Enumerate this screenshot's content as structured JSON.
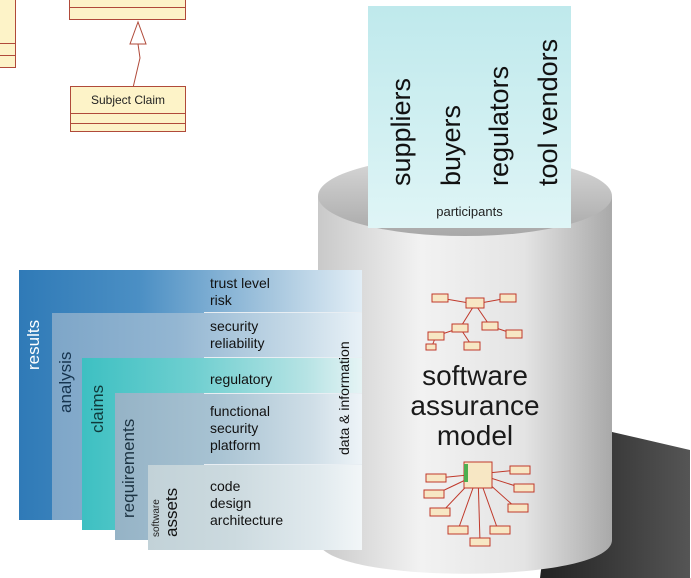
{
  "uml": {
    "subject_claim": "Subject Claim"
  },
  "participants": {
    "groups": [
      "suppliers",
      "buyers",
      "regulators",
      "tool vendors"
    ],
    "label": "participants"
  },
  "layers": [
    {
      "id": "results",
      "label": "results",
      "items": "trust level\nrisk"
    },
    {
      "id": "analysis",
      "label": "analysis",
      "items": "security\nreliability"
    },
    {
      "id": "claims",
      "label": "claims",
      "items": "regulatory"
    },
    {
      "id": "requirements",
      "label": "requirements",
      "items": "functional\nsecurity\nplatform"
    },
    {
      "id": "assets",
      "label": "assets",
      "sublabel": "software",
      "items": "code\ndesign\narchitecture"
    }
  ],
  "side_label": "data & information",
  "model": {
    "line1": "software",
    "line2": "assurance",
    "line3": "model"
  },
  "colors": {
    "results": "#2e7db8",
    "analysis": "#7fa8c9",
    "claims": "#4cc3c4",
    "requirements": "#9bb8ca",
    "assets": "#c9d7dc",
    "participants_bg": "#cdeef0",
    "uml_fill": "#fdf3c8",
    "uml_border": "#b04a3a"
  }
}
